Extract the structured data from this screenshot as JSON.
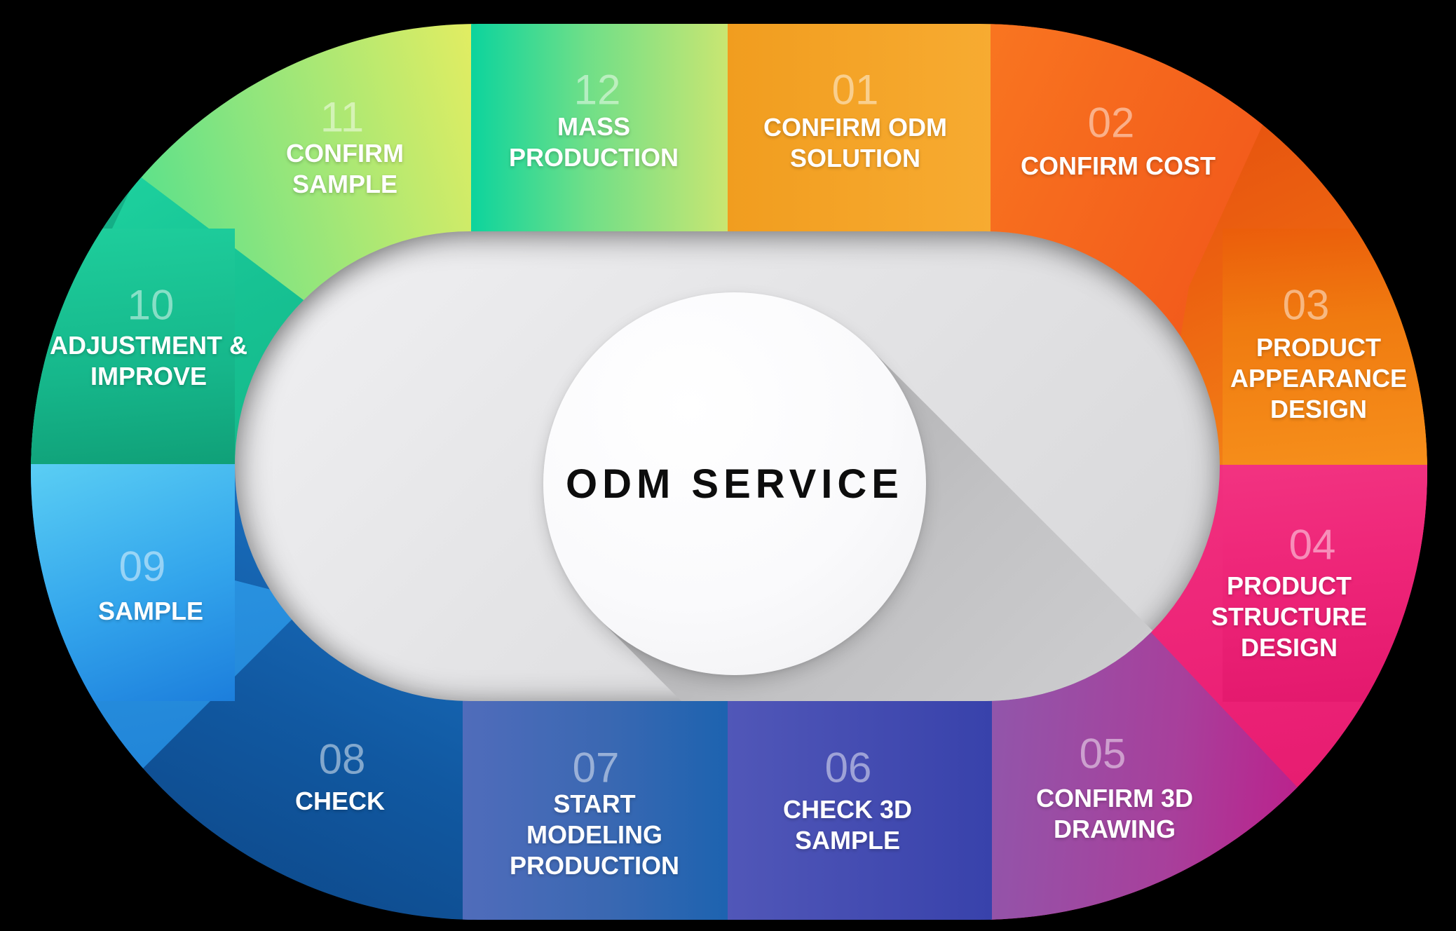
{
  "center": {
    "title": "ODM SERVICE"
  },
  "palette": {
    "background": "#000000",
    "inner_stadium": "#E4E4E6",
    "circle": "#FFFFFF",
    "shadow": "#A5A5A7",
    "title_text": "#0D0D0D",
    "label_text": "#FFFFFF"
  },
  "segments": [
    {
      "number": "01",
      "label": "CONFIRM ODM SOLUTION",
      "lines": [
        "CONFIRM ODM",
        "SOLUTION"
      ],
      "color": "#F5A32A"
    },
    {
      "number": "02",
      "label": "CONFIRM COST",
      "lines": [
        "CONFIRM COST"
      ],
      "color": "#F25A1B"
    },
    {
      "number": "03",
      "label": "PRODUCT APPEARANCE DESIGN",
      "lines": [
        "PRODUCT",
        "APPEARANCE",
        "DESIGN"
      ],
      "color": "#F07B10"
    },
    {
      "number": "04",
      "label": "PRODUCT STRUCTURE DESIGN",
      "lines": [
        "PRODUCT",
        "STRUCTURE",
        "DESIGN"
      ],
      "color": "#EE2578"
    },
    {
      "number": "05",
      "label": "CONFIRM 3D DRAWING",
      "lines": [
        "CONFIRM 3D",
        "DRAWING"
      ],
      "color": "#A83F9B"
    },
    {
      "number": "06",
      "label": "CHECK 3D SAMPLE",
      "lines": [
        "CHECK 3D",
        "SAMPLE"
      ],
      "color": "#3F4BB0"
    },
    {
      "number": "07",
      "label": "START MODELING PRODUCTION",
      "lines": [
        "START",
        "MODELING",
        "PRODUCTION"
      ],
      "color": "#3E65B3"
    },
    {
      "number": "08",
      "label": "CHECK",
      "lines": [
        "CHECK"
      ],
      "color": "#115AA4"
    },
    {
      "number": "09",
      "label": "SAMPLE",
      "lines": [
        "SAMPLE"
      ],
      "color": "#36A6EC"
    },
    {
      "number": "10",
      "label": "ADJUSTMENT & IMPROVE",
      "lines": [
        "ADJUSTMENT &",
        "IMPROVE"
      ],
      "color": "#16B88C"
    },
    {
      "number": "11",
      "label": "CONFIRM SAMPLE",
      "lines": [
        "CONFIRM",
        "SAMPLE"
      ],
      "color": "#8CE57E"
    },
    {
      "number": "12",
      "label": "MASS PRODUCTION",
      "lines": [
        "MASS",
        "PRODUCTION"
      ],
      "color": "#6FDF88"
    }
  ]
}
